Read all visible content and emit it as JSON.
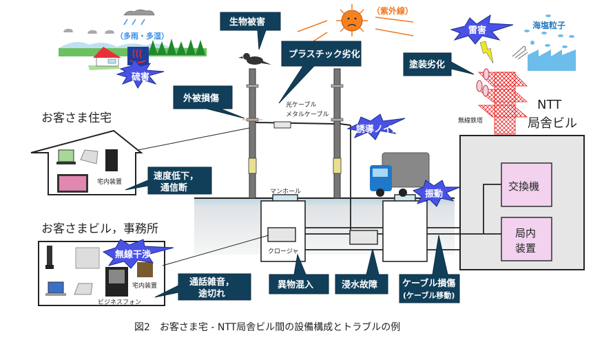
{
  "caption": "図2　お客さま宅 - NTT局舎ビル間の設備構成とトラブルの例",
  "sites": {
    "home": "お客さま住宅",
    "office": "お客さまビル，事務所",
    "ntt_line1": "NTT",
    "ntt_line2": "局舎ビル"
  },
  "equipment": {
    "home_onu": "宅内装置",
    "office_onu": "宅内装置",
    "business_phone": "ビジネスフォン",
    "cable_line1": "光ケーブル",
    "cable_line2": "メタルケーブル",
    "manhole": "マンホール",
    "closure": "クロージャ",
    "radio_tower": "無線鉄塔",
    "switch": "交換機",
    "office_equipment_line1": "局内",
    "office_equipment_line2": "装置"
  },
  "weather": {
    "rain": "（多雨・多湿）",
    "uv": "（紫外線）",
    "salt": "海塩粒子"
  },
  "troubles_burst": {
    "sulfur": "硫害",
    "lightning": "雷害",
    "induced_noise": "誘導ノイズ",
    "vibration": "振動",
    "wireless_interference": "無線干渉"
  },
  "troubles_callout": {
    "bio": "生物被害",
    "plastic": "プラスチック劣化",
    "sheath": "外被損傷",
    "paint": "塗装劣化",
    "speed_line1": "速度低下，",
    "speed_line2": "通信断",
    "noise_line1": "通話雑音，",
    "noise_line2": "途切れ",
    "foreign": "異物混入",
    "flood": "浸水故障",
    "cable_damage_line1": "ケーブル損傷",
    "cable_damage_line2": "(ケーブル移動)"
  },
  "colors": {
    "callout": "#113f5a",
    "burst": "#4a52e6",
    "uv_text": "#f07820",
    "salt_text": "#2a7ac0",
    "tower": "#e82020",
    "ntt_building": "#e6e6e6",
    "equipment_box": "#f2d2ee"
  }
}
